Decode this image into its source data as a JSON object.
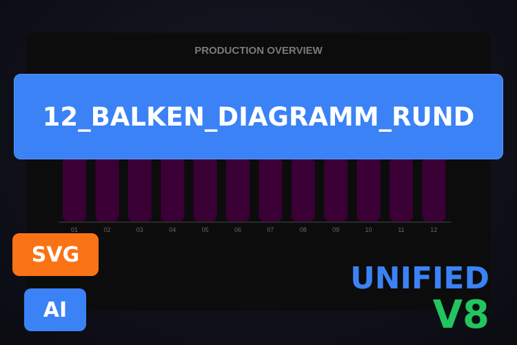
{
  "chart_data": {
    "type": "bar",
    "title": "PRODUCTION OVERVIEW",
    "categories": [
      "01",
      "02",
      "03",
      "04",
      "05",
      "06",
      "07",
      "08",
      "09",
      "10",
      "11",
      "12"
    ],
    "values": [
      100,
      100,
      100,
      100,
      100,
      100,
      100,
      100,
      100,
      100,
      100,
      100
    ],
    "ylim": [
      0,
      100
    ],
    "grid": false,
    "bar_color": "#3a0036",
    "bar_style": "rounded"
  },
  "banner": {
    "title": "12_BALKEN_DIAGRAMM_RUND"
  },
  "badges": {
    "svg": "SVG",
    "ai": "AI"
  },
  "brand": {
    "line1": "UNIFIED",
    "line2": "V8"
  },
  "colors": {
    "banner": "#3b82f6",
    "svg_badge": "#f97316",
    "ai_badge": "#3b82f6",
    "unified": "#3b82f6",
    "v8": "#22c55e"
  }
}
